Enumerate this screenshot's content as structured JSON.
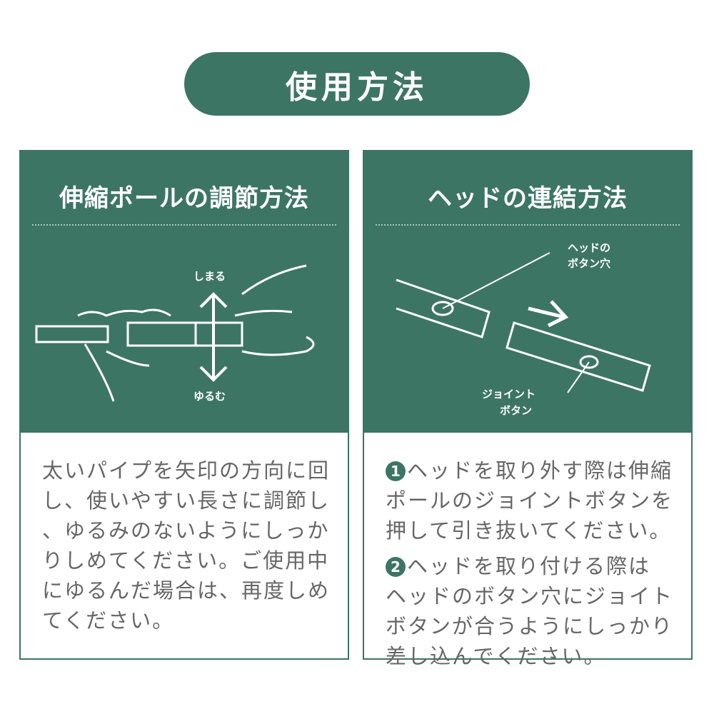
{
  "title": "使用方法",
  "left": {
    "heading": "伸縮ポールの調節方法",
    "label_tighten": "しまる",
    "label_loosen": "ゆるむ",
    "lines": [
      "太いパイプを矢印の方向に回",
      "し、使いやすい長さに調節し",
      "、ゆるみのないようにしっか",
      "りしめてください。ご使用中",
      "にゆるんだ場合は、再度しめ",
      "てください。"
    ]
  },
  "right": {
    "heading": "ヘッドの連結方法",
    "label_head_hole_1": "ヘッドの",
    "label_head_hole_2": "ボタン穴",
    "label_joint_1": "ジョイント",
    "label_joint_2": "ボタン",
    "steps": [
      {
        "num": "1",
        "lines": [
          "ヘッドを取り外す際は伸縮",
          "ポールのジョイントボタンを",
          "押して引き抜いてください。"
        ]
      },
      {
        "num": "2",
        "lines": [
          "ヘッドを取り付ける際は",
          "ヘッドのボタン穴にジョイト",
          "ボタンが合うようにしっかり",
          "差し込んでください。"
        ]
      }
    ]
  },
  "colors": {
    "accent": "#3d7565",
    "text": "#666666"
  }
}
